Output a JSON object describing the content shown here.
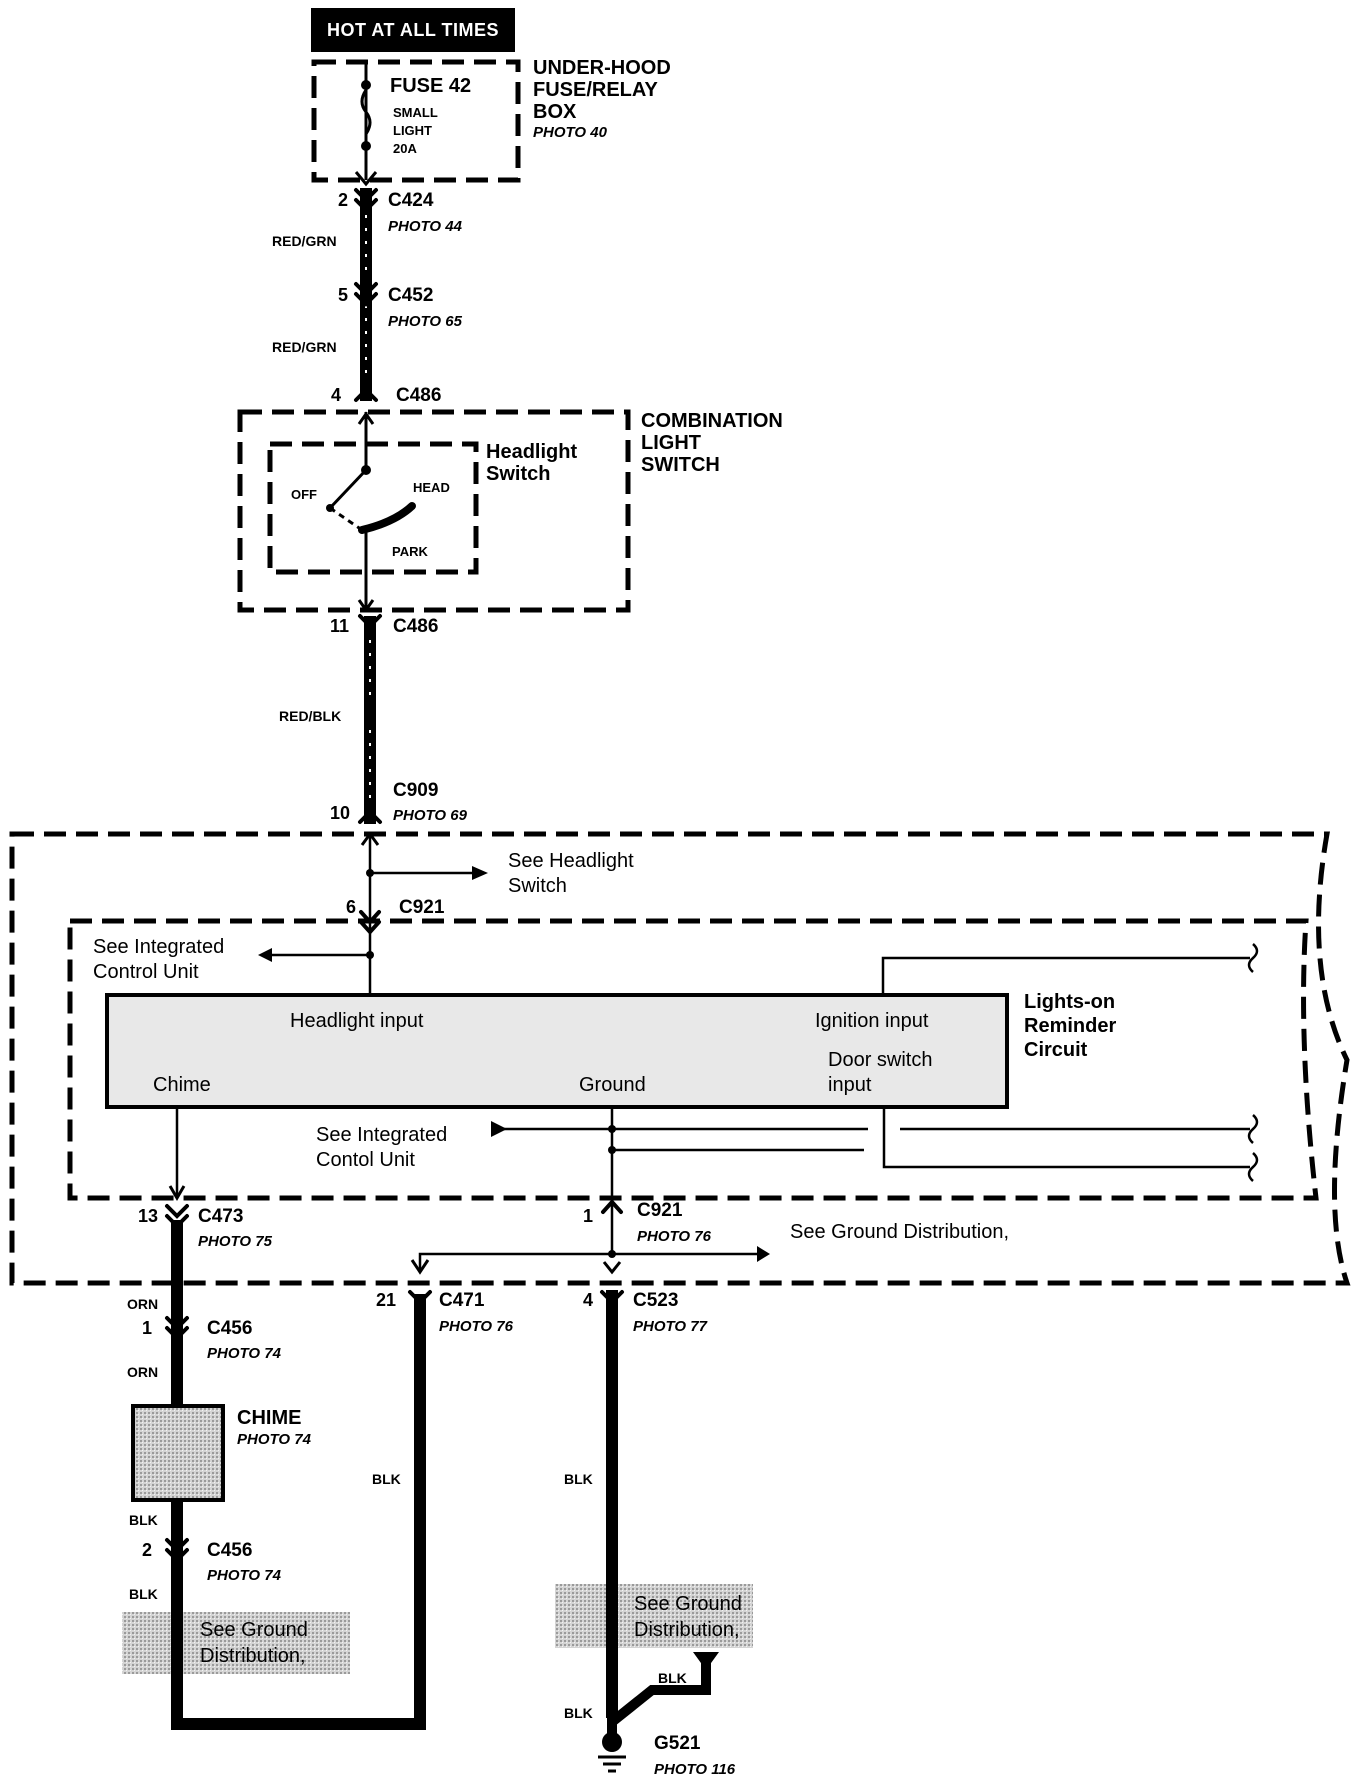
{
  "header": {
    "power_label": "HOT AT ALL TIMES"
  },
  "fuse_box": {
    "title_lines": [
      "UNDER-HOOD",
      "FUSE/RELAY",
      "BOX"
    ],
    "photo": "PHOTO 40",
    "fuse_name": "FUSE 42",
    "fuse_desc_lines": [
      "SMALL",
      "LIGHT",
      "20A"
    ]
  },
  "connectors": {
    "c424": {
      "pin": "2",
      "name": "C424",
      "photo": "PHOTO 44"
    },
    "c452": {
      "pin": "5",
      "name": "C452",
      "photo": "PHOTO 65"
    },
    "c486_top": {
      "pin": "4",
      "name": "C486"
    },
    "c486_bottom": {
      "pin": "11",
      "name": "C486"
    },
    "c909": {
      "pin": "10",
      "name": "C909",
      "photo": "PHOTO 69"
    },
    "c921_top": {
      "pin": "6",
      "name": "C921"
    },
    "c473": {
      "pin": "13",
      "name": "C473",
      "photo": "PHOTO 75"
    },
    "c921_bottom": {
      "pin": "1",
      "name": "C921",
      "photo": "PHOTO 76"
    },
    "c471": {
      "pin": "21",
      "name": "C471",
      "photo": "PHOTO 76"
    },
    "c523": {
      "pin": "4",
      "name": "C523",
      "photo": "PHOTO 77"
    },
    "c456_top": {
      "pin": "1",
      "name": "C456",
      "photo": "PHOTO 74"
    },
    "c456_bottom": {
      "pin": "2",
      "name": "C456",
      "photo": "PHOTO 74"
    }
  },
  "wires": {
    "red_grn_1": "RED/GRN",
    "red_grn_2": "RED/GRN",
    "red_blk": "RED/BLK",
    "orn_1": "ORN",
    "orn_2": "ORN",
    "blk_chime_1": "BLK",
    "blk_chime_2": "BLK",
    "blk_c471": "BLK",
    "blk_c523": "BLK",
    "blk_g521_1": "BLK",
    "blk_g521_2": "BLK"
  },
  "combination_switch": {
    "title_lines": [
      "COMBINATION",
      "LIGHT",
      "SWITCH"
    ],
    "headlight_switch_lines": [
      "Headlight",
      "Switch"
    ],
    "positions": {
      "off": "OFF",
      "head": "HEAD",
      "park": "PARK"
    }
  },
  "control_unit": {
    "see_headlight_switch_lines": [
      "See Headlight",
      "Switch"
    ],
    "see_icu_top_lines": [
      "See Integrated",
      "Control Unit"
    ],
    "see_icu_bottom_lines": [
      "See Integrated",
      "Contol Unit"
    ],
    "circuit_title_lines": [
      "Lights-on",
      "Reminder",
      "Circuit"
    ],
    "inputs": {
      "headlight": "Headlight input",
      "ignition": "Ignition input",
      "door_lines": [
        "Door switch",
        "input"
      ],
      "chime": "Chime",
      "ground": "Ground"
    },
    "see_ground_distribution": "See Ground Distribution,"
  },
  "chime": {
    "name": "CHIME",
    "photo": "PHOTO 74"
  },
  "ground_refs": {
    "left_lines": [
      "See Ground",
      "Distribution,"
    ],
    "right_lines": [
      "See Ground",
      "Distribution,"
    ]
  },
  "ground_point": {
    "name": "G521",
    "photo": "PHOTO 116"
  }
}
